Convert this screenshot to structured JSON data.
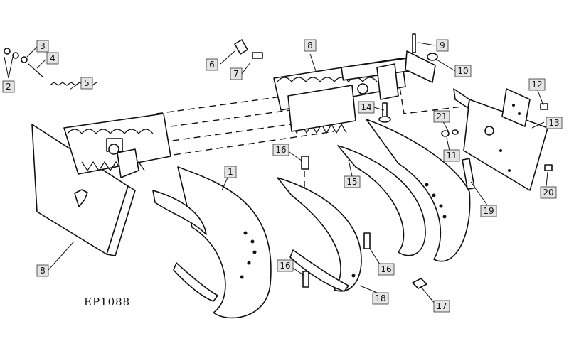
{
  "diagram": {
    "code": "EP1088",
    "callouts": [
      {
        "label": "2"
      },
      {
        "label": "3"
      },
      {
        "label": "4"
      },
      {
        "label": "5"
      },
      {
        "label": "6"
      },
      {
        "label": "7"
      },
      {
        "label": "8"
      },
      {
        "label": "9"
      },
      {
        "label": "10"
      },
      {
        "label": "12"
      },
      {
        "label": "13"
      },
      {
        "label": "14"
      },
      {
        "label": "21"
      },
      {
        "label": "11"
      },
      {
        "label": "16"
      },
      {
        "label": "1"
      },
      {
        "label": "15"
      },
      {
        "label": "20"
      },
      {
        "label": "19"
      },
      {
        "label": "8"
      },
      {
        "label": "16"
      },
      {
        "label": "16"
      },
      {
        "label": "18"
      },
      {
        "label": "17"
      }
    ]
  }
}
